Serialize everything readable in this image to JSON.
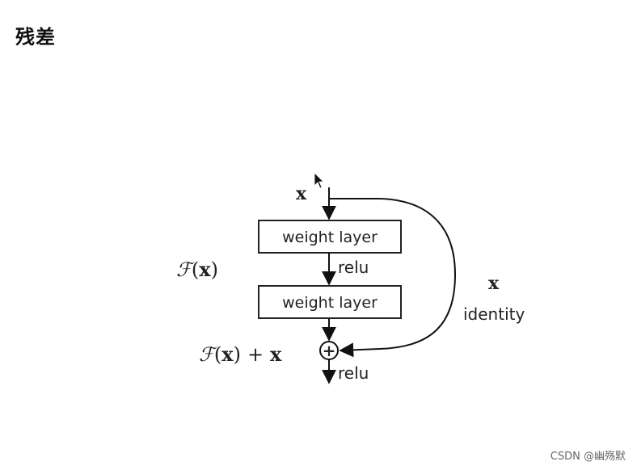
{
  "page": {
    "title": "残差",
    "watermark": "CSDN @幽殇默"
  },
  "diagram": {
    "input_label": "x",
    "layer1_label": "weight layer",
    "layer2_label": "weight layer",
    "relu_mid_label": "relu",
    "relu_out_label": "relu",
    "shortcut_x_label": "x",
    "identity_label": "identity",
    "residual_fn": {
      "F": "ℱ",
      "open": "(",
      "x": "x",
      "close": ")"
    },
    "sum_expr": {
      "F": "ℱ",
      "open": "(",
      "x": "x",
      "close": ")",
      "plus": "+",
      "x2": "x"
    },
    "sum_node_symbol": "+"
  }
}
